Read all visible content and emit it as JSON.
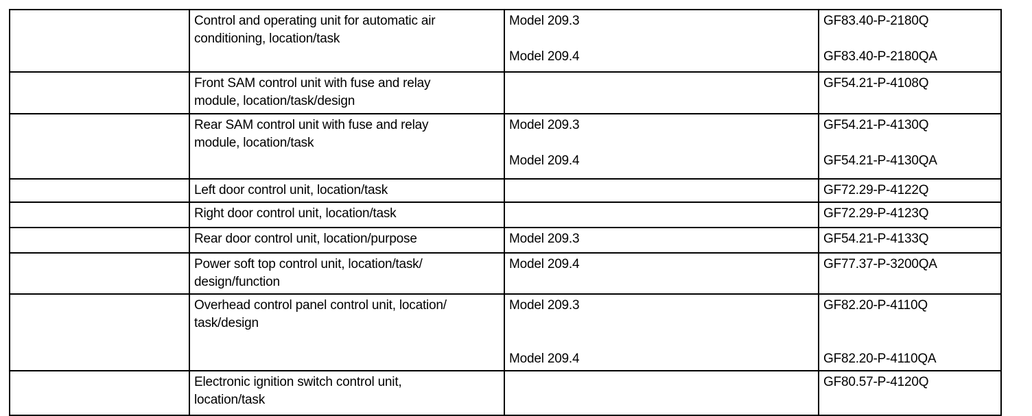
{
  "document": {
    "type": "specification-table",
    "background_color": "#ffffff",
    "text_color": "#000000",
    "border_color": "#000000"
  },
  "table": {
    "columns": [
      {
        "key": "blank",
        "header": ""
      },
      {
        "key": "description",
        "header": ""
      },
      {
        "key": "model",
        "header": ""
      },
      {
        "key": "document_number",
        "header": ""
      }
    ],
    "rows": [
      {
        "blank": "",
        "description": "Control and operating unit for automatic air\nconditioning, location/task",
        "model": "Model 209.3\n\nModel 209.4",
        "document_number": "GF83.40-P-2180Q\n\nGF83.40-P-2180QA"
      },
      {
        "blank": "",
        "description": "Front SAM control unit with fuse and relay\nmodule, location/task/design",
        "model": "",
        "document_number": "GF54.21-P-4108Q"
      },
      {
        "blank": "",
        "description": "Rear SAM control unit with fuse and relay\nmodule, location/task",
        "model": "Model 209.3\n\nModel 209.4",
        "document_number": "GF54.21-P-4130Q\n\nGF54.21-P-4130QA"
      },
      {
        "blank": "",
        "description": "Left door control unit, location/task",
        "model": "",
        "document_number": "GF72.29-P-4122Q"
      },
      {
        "blank": "",
        "description": "Right door control unit, location/task",
        "model": "",
        "document_number": "GF72.29-P-4123Q"
      },
      {
        "blank": "",
        "description": "Rear door control unit, location/purpose",
        "model": "Model 209.3",
        "document_number": "GF54.21-P-4133Q"
      },
      {
        "blank": "",
        "description": "Power soft top control unit, location/task/\ndesign/function",
        "model": "Model 209.4",
        "document_number": "GF77.37-P-3200QA"
      },
      {
        "blank": "",
        "description": "Overhead control panel control unit, location/\ntask/design",
        "model": "Model 209.3\n\n\nModel 209.4",
        "document_number": "GF82.20-P-4110Q\n\n\nGF82.20-P-4110QA"
      },
      {
        "blank": "",
        "description": "Electronic ignition switch control unit,\nlocation/task",
        "model": "",
        "document_number": "GF80.57-P-4120Q"
      }
    ]
  }
}
